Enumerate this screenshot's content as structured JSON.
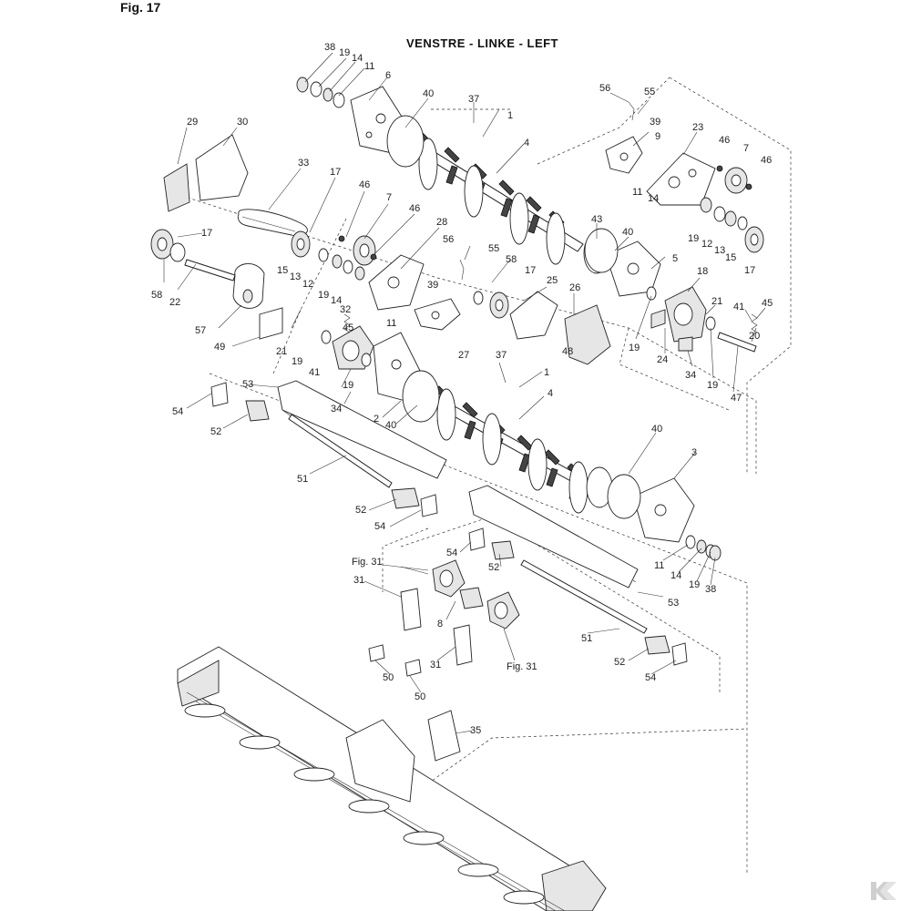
{
  "figure_label": "Fig. 17",
  "view_title": "VENSTRE - LINKE - LEFT",
  "fig_refs": [
    "Fig. 31",
    "Fig. 31"
  ],
  "callouts": [
    "38",
    "19",
    "14",
    "11",
    "6",
    "40",
    "37",
    "1",
    "56",
    "55",
    "39",
    "9",
    "23",
    "46",
    "7",
    "46",
    "29",
    "30",
    "33",
    "17",
    "46",
    "7",
    "46",
    "28",
    "4",
    "43",
    "40",
    "11",
    "14",
    "19",
    "12",
    "13",
    "15",
    "17",
    "5",
    "17",
    "58",
    "22",
    "15",
    "13",
    "12",
    "56",
    "55",
    "58",
    "17",
    "25",
    "26",
    "18",
    "21",
    "41",
    "45",
    "57",
    "49",
    "19",
    "14",
    "32",
    "39",
    "11",
    "21",
    "19",
    "41",
    "45",
    "27",
    "48",
    "19",
    "24",
    "34",
    "19",
    "20",
    "47",
    "37",
    "1",
    "53",
    "34",
    "19",
    "54",
    "52",
    "2",
    "40",
    "4",
    "40",
    "3",
    "51",
    "52",
    "54",
    "54",
    "52",
    "11",
    "14",
    "19",
    "38",
    "31",
    "8",
    "53",
    "51",
    "31",
    "50",
    "50",
    "52",
    "54",
    "35"
  ],
  "logo": "K"
}
